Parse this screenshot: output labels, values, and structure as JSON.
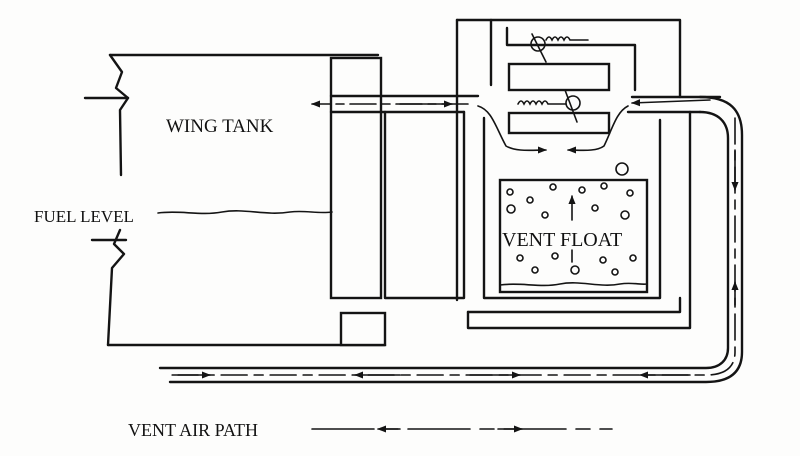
{
  "diagram": {
    "labels": {
      "wing_tank": "WING TANK",
      "fuel_level": "FUEL LEVEL",
      "vent_float": "VENT FLOAT",
      "legend": "VENT AIR PATH"
    },
    "colors": {
      "ink": "#141414",
      "paper": "#fdfdfc"
    },
    "icons": [
      "arrow-icon",
      "check-valve-icon",
      "spring-icon",
      "float-bubble-icon"
    ]
  }
}
